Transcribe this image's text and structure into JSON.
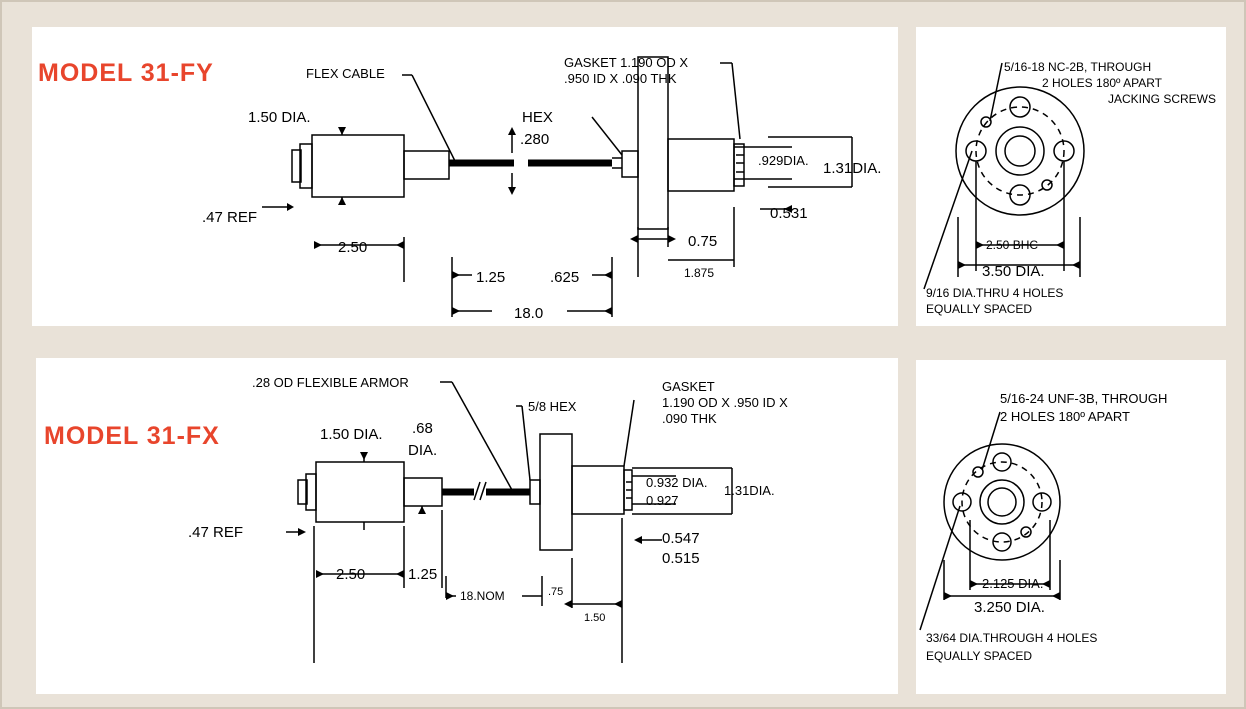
{
  "fy": {
    "title": "MODEL 31-FY",
    "labels": {
      "flex_cable": "FLEX CABLE",
      "gasket_line1": "GASKET 1.190 OD X",
      "gasket_line2": ".950 ID X .090 THK",
      "hex": "HEX",
      "hex_dim": ".280",
      "body_dia": "1.50 DIA.",
      "ref": ".47 REF",
      "len_body": "2.50",
      "len_a": "1.25",
      "len_b": ".625",
      "len_total": "18.0",
      "dia_929": ".929DIA.",
      "dia_131": "1.31DIA.",
      "len_531": "0.531",
      "len_075": "0.75",
      "len_1875": "1.875"
    },
    "end_view": {
      "thread_line1": "5/16-18 NC-2B, THROUGH",
      "thread_line2": "2 HOLES 180º APART",
      "thread_line3": "JACKING SCREWS",
      "bhc": "2.50 BHC",
      "dia": "3.50 DIA.",
      "holes_line1": "9/16 DIA.THRU 4 HOLES",
      "holes_line2": "EQUALLY SPACED"
    }
  },
  "fx": {
    "title": "MODEL 31-FX",
    "labels": {
      "armor": ".28 OD FLEXIBLE ARMOR",
      "hex": "5/8 HEX",
      "gasket_line1": "GASKET",
      "gasket_line2": "1.190 OD X .950 ID X",
      "gasket_line3": ".090 THK",
      "body_dia": "1.50 DIA.",
      "dia_68_line1": ".68",
      "dia_68_line2": "DIA.",
      "ref": ".47 REF",
      "len_body": "2.50",
      "len_a": "1.25",
      "len_nom": "18.NOM",
      "len_75": ".75",
      "len_150": "1.50",
      "dia_932": "0.932 DIA.",
      "dia_927": "0.927",
      "dia_131": "1.31DIA.",
      "len_547": "0.547",
      "len_515": "0.515"
    },
    "end_view": {
      "thread_line1": "5/16-24 UNF-3B, THROUGH",
      "thread_line2": "2 HOLES 180º APART",
      "bhc": "2.125 DIA.",
      "dia": "3.250 DIA.",
      "holes_line1": "33/64 DIA.THROUGH 4 HOLES",
      "holes_line2": "EQUALLY SPACED"
    }
  },
  "colors": {
    "title": "#e8452c",
    "background": "#e9e2d8",
    "panel": "#ffffff",
    "ink": "#000000"
  }
}
